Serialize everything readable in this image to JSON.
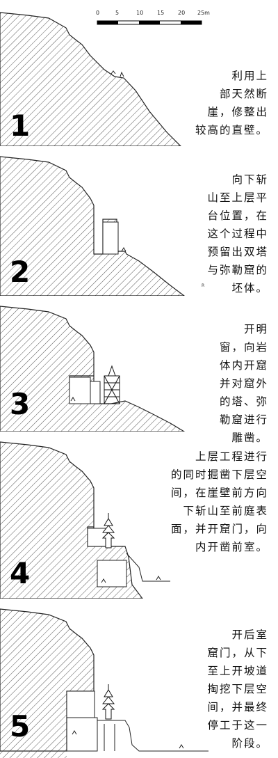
{
  "scale_bar": {
    "ticks": [
      "0",
      "5",
      "10",
      "15",
      "20",
      "25m"
    ]
  },
  "panels": [
    {
      "number": "1",
      "caption": [
        "利用上",
        "部天然断",
        "崖，修整出",
        "较高的直壁。"
      ]
    },
    {
      "number": "2",
      "caption": [
        "向下斩",
        "山至上层平",
        "台位置，在",
        "这个过程中",
        "预留出双塔",
        "与弥勒窟的",
        "坯体。"
      ]
    },
    {
      "number": "3",
      "caption": [
        "开明",
        "窗，向岩",
        "体内开窟",
        "并对窟外",
        "的塔、弥",
        "勒窟进行",
        "雕凿。"
      ]
    },
    {
      "number": "4",
      "caption": [
        "上层工程进行",
        "的同时掘凿下层空",
        "间，在崖壁前方向",
        "下斩山至前庭表",
        "面，并开窟门，向",
        "内开凿前室。"
      ]
    },
    {
      "number": "5",
      "caption": [
        "开后室",
        "窟门，从下",
        "至上开坡道",
        "掏挖下层空",
        "间，并最终",
        "停工于这一",
        "阶段。"
      ]
    }
  ]
}
